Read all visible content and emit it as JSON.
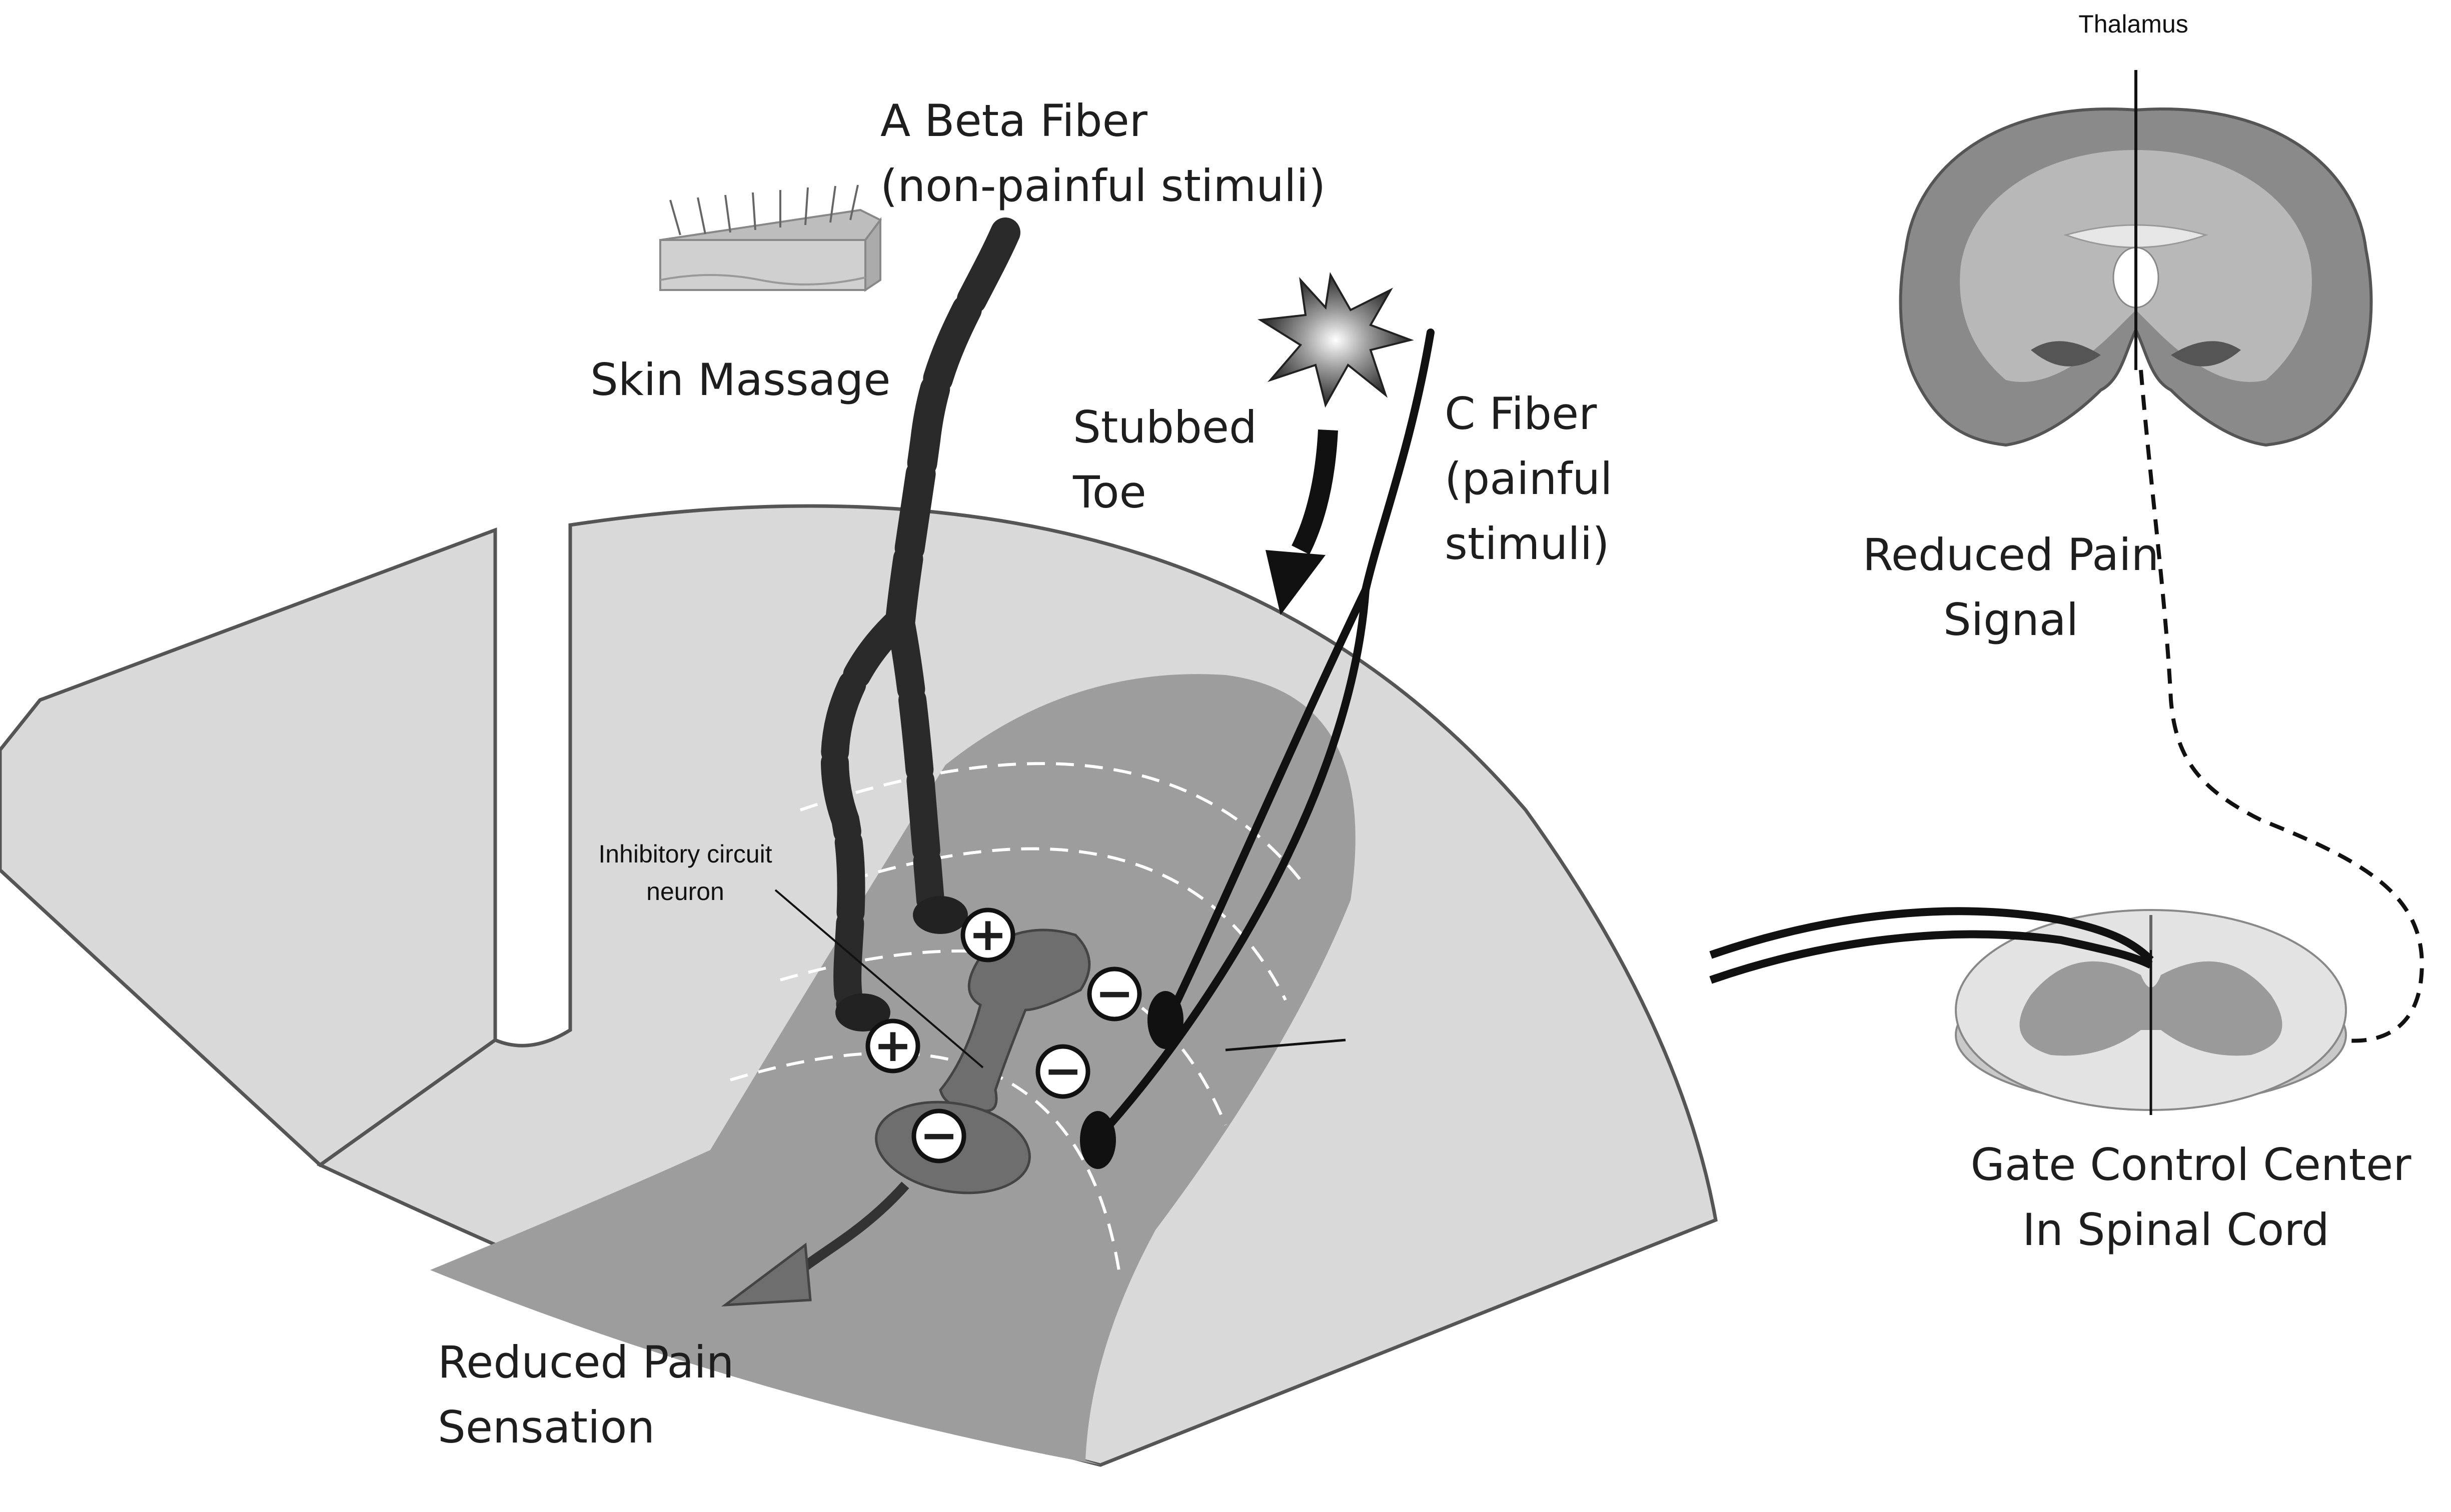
{
  "labels": {
    "a_beta_fiber_line1": "A Beta Fiber",
    "a_beta_fiber_line2": "(non-painful stimuli)",
    "skin_massage": "Skin Massage",
    "stubbed_toe_line1": "Stubbed",
    "stubbed_toe_line2": "Toe",
    "c_fiber_line1": "C Fiber",
    "c_fiber_line2": "(painful",
    "c_fiber_line3": "stimuli)",
    "inhibitory_line1": "Inhibitory circuit",
    "inhibitory_line2": "neuron",
    "reduced_pain_sensation_line1": "Reduced Pain",
    "reduced_pain_sensation_line2": "Sensation",
    "thalamus": "Thalamus",
    "reduced_pain_signal_line1": "Reduced Pain",
    "reduced_pain_signal_line2": "Signal",
    "gate_control_line1": "Gate Control Center",
    "gate_control_line2": "In Spinal Cord"
  },
  "synapse_signs": {
    "plus": "+",
    "minus": "−"
  },
  "colors": {
    "outer_tissue": "#d9d9d9",
    "gray_matter": "#9d9d9d",
    "neuron": "#6e6e6e",
    "fiber": "#2a2a2a",
    "brain": "#8a8a8a"
  }
}
